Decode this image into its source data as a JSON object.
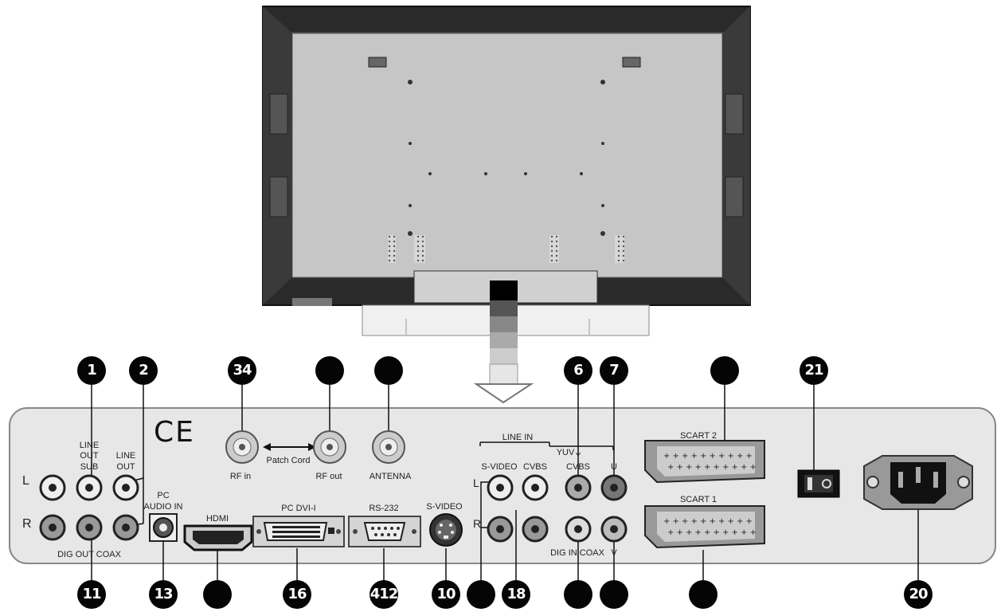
{
  "ce_mark": "CE",
  "labels": {
    "line_out_sub": [
      "LINE",
      "OUT",
      "SUB"
    ],
    "line_out": [
      "LINE",
      "OUT"
    ],
    "l": "L",
    "r": "R",
    "pc_audio_in": [
      "PC",
      "AUDIO IN"
    ],
    "dig_out_coax": "DIG OUT COAX",
    "hdmi": "HDMI",
    "pc_dvi": "PC DVI-I",
    "rs232": "RS-232",
    "s_video_main": "S-VIDEO",
    "rf_in": "RF in",
    "rf_out": "RF out",
    "patch_cord": "Patch Cord",
    "antenna": "ANTENNA",
    "line_in": "LINE IN",
    "yuv": "YUV",
    "s_video": "S-VIDEO",
    "cvbs": "CVBS",
    "cvbs2": "CVBS",
    "y": "Y",
    "u": "U",
    "v": "V",
    "l2": "L",
    "r2": "R",
    "dig_in_coax": "DIG IN COAX",
    "scart2": "SCART 2",
    "scart1": "SCART 1"
  },
  "callouts_top": [
    "1",
    "2",
    "34",
    "",
    "",
    "6",
    "7",
    "",
    "21"
  ],
  "callouts_bottom": [
    "11",
    "13",
    "",
    "16",
    "412",
    "10",
    "",
    "18",
    "",
    "",
    "",
    "20"
  ]
}
